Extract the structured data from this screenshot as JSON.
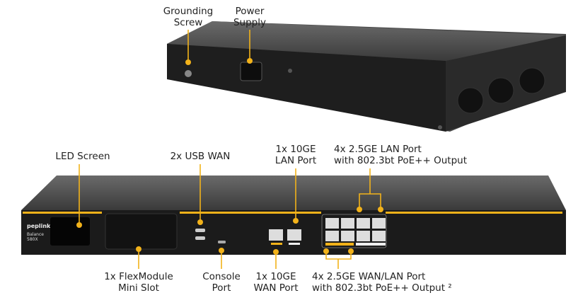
{
  "accent_color": "#f2b21a",
  "device": {
    "brand": "peplink",
    "model_line1": "Balance",
    "model_line2": "580X"
  },
  "callouts": {
    "grounding_screw": [
      "Grounding",
      "Screw"
    ],
    "power_supply": [
      "Power",
      "Supply"
    ],
    "led_screen": [
      "LED Screen"
    ],
    "usb_wan": [
      "2x USB WAN"
    ],
    "lan_10ge": [
      "1x 10GE",
      "LAN Port"
    ],
    "lan_25ge": [
      "4x 2.5GE LAN Port",
      "with 802.3bt PoE++ Output"
    ],
    "flexmodule": [
      "1x FlexModule",
      "Mini Slot"
    ],
    "console": [
      "Console",
      "Port"
    ],
    "wan_10ge": [
      "1x 10GE",
      "WAN Port"
    ],
    "wan_lan_25ge": [
      "4x 2.5GE WAN/LAN Port",
      "with 802.3bt PoE++ Output ²"
    ]
  }
}
